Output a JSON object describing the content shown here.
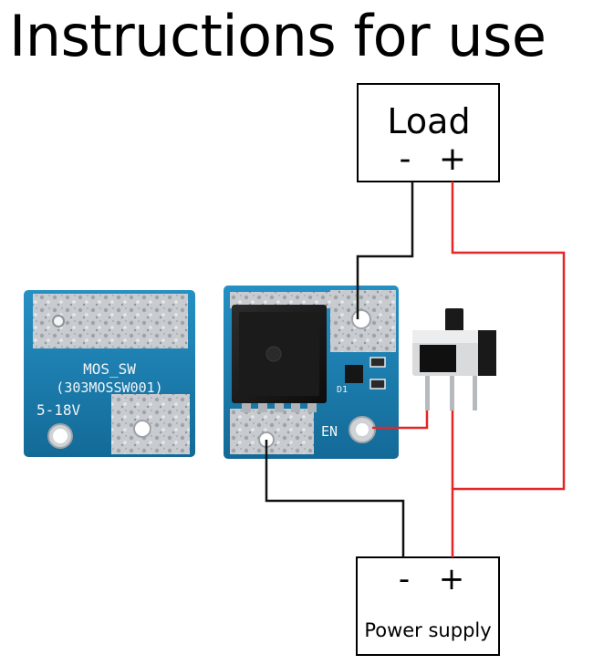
{
  "title": "Instructions for use",
  "load_box": {
    "label": "Load",
    "minus": "-",
    "plus": "+"
  },
  "power_box": {
    "label": "Power supply",
    "minus": "-",
    "plus": "+"
  },
  "left_board": {
    "name": "MOS_SW",
    "model": "(303MOSSW001)",
    "voltage": "5-18V"
  },
  "right_board": {
    "en_label": "EN",
    "component_label": "D1"
  },
  "colors": {
    "positive_wire": "#e32626",
    "negative_wire": "#111111",
    "pcb": "#1a7fb0",
    "solder": "#c9ccd0"
  }
}
